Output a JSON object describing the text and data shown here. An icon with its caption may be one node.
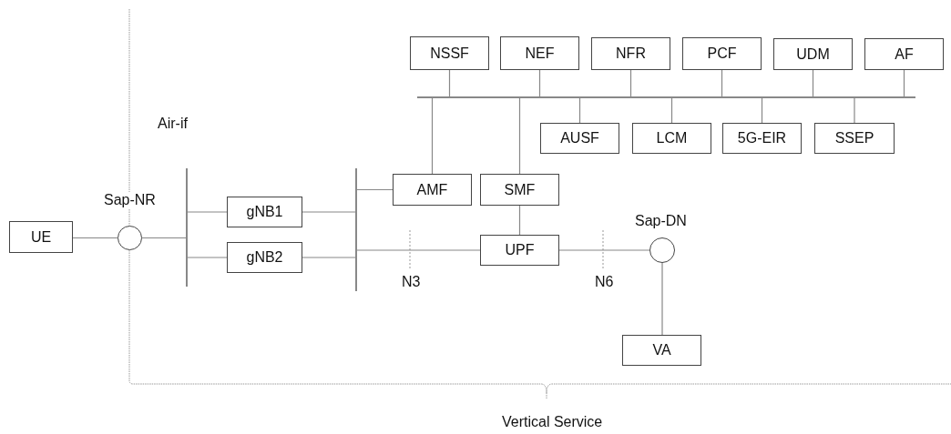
{
  "diagram": {
    "nodes": [
      {
        "text": [
          "NSSF"
        ]
      },
      {
        "text": [
          "NEF"
        ]
      },
      {
        "text": [
          "NFR"
        ]
      },
      {
        "text": [
          "PCF"
        ]
      },
      {
        "text": [
          "UDM"
        ]
      },
      {
        "text": [
          "AF"
        ]
      },
      {
        "text": [],
        "shape": "bar"
      },
      {
        "text": [
          "AUSF"
        ]
      },
      {
        "text": [
          "LCM"
        ]
      },
      {
        "text": [
          "5G-EIR"
        ]
      },
      {
        "text": [
          "SSEP"
        ]
      },
      {
        "text": [],
        "shape": "bar",
        "beside": [
          "Air-if"
        ]
      },
      {
        "text": [
          "AMF"
        ]
      },
      {
        "text": [
          "SMF"
        ]
      },
      {
        "text": [],
        "shape": "circle",
        "beside": [
          "Sap-NR"
        ]
      },
      {
        "text": [
          "gNB1"
        ]
      },
      {
        "text": [
          "UE"
        ]
      },
      {
        "text": [
          "gNB2"
        ]
      },
      {
        "text": [],
        "shape": "bar"
      },
      {
        "text": [],
        "shape": "circle",
        "beside": [
          "Sap-DN"
        ]
      },
      {
        "text": [
          "UPF"
        ]
      },
      {
        "text": [
          "VA"
        ]
      }
    ],
    "edges": [
      {
        "from": 0,
        "to": 6,
        "arrow": "none"
      },
      {
        "from": 1,
        "to": 6,
        "arrow": "none"
      },
      {
        "from": 2,
        "to": 6,
        "arrow": "none"
      },
      {
        "from": 3,
        "to": 6,
        "arrow": "none"
      },
      {
        "from": 4,
        "to": 6,
        "arrow": "none"
      },
      {
        "from": 5,
        "to": 6,
        "arrow": "none"
      },
      {
        "from": 6,
        "to": 7,
        "arrow": "none"
      },
      {
        "from": 6,
        "to": 8,
        "arrow": "none"
      },
      {
        "from": 6,
        "to": 9,
        "arrow": "none"
      },
      {
        "from": 6,
        "to": 10,
        "arrow": "none"
      },
      {
        "from": 6,
        "to": 12,
        "arrow": "none"
      },
      {
        "from": 6,
        "to": 13,
        "arrow": "none"
      },
      {
        "from": 16,
        "to": 14,
        "arrow": "none"
      },
      {
        "from": 14,
        "to": 11,
        "arrow": "none"
      },
      {
        "from": 11,
        "to": 15,
        "arrow": "none"
      },
      {
        "from": 11,
        "to": 17,
        "arrow": "none"
      },
      {
        "from": 15,
        "to": 18,
        "arrow": "none"
      },
      {
        "from": 17,
        "to": 18,
        "arrow": "none"
      },
      {
        "from": 18,
        "to": 12,
        "arrow": "none"
      },
      {
        "from": 18,
        "to": 20,
        "arrow": "none"
      },
      {
        "from": 13,
        "to": 20,
        "arrow": "none"
      },
      {
        "from": 20,
        "to": 19,
        "arrow": "none"
      },
      {
        "from": 19,
        "to": 21,
        "arrow": "none"
      }
    ],
    "labels": [
      "N3",
      "N6",
      "Vertical Service"
    ]
  }
}
